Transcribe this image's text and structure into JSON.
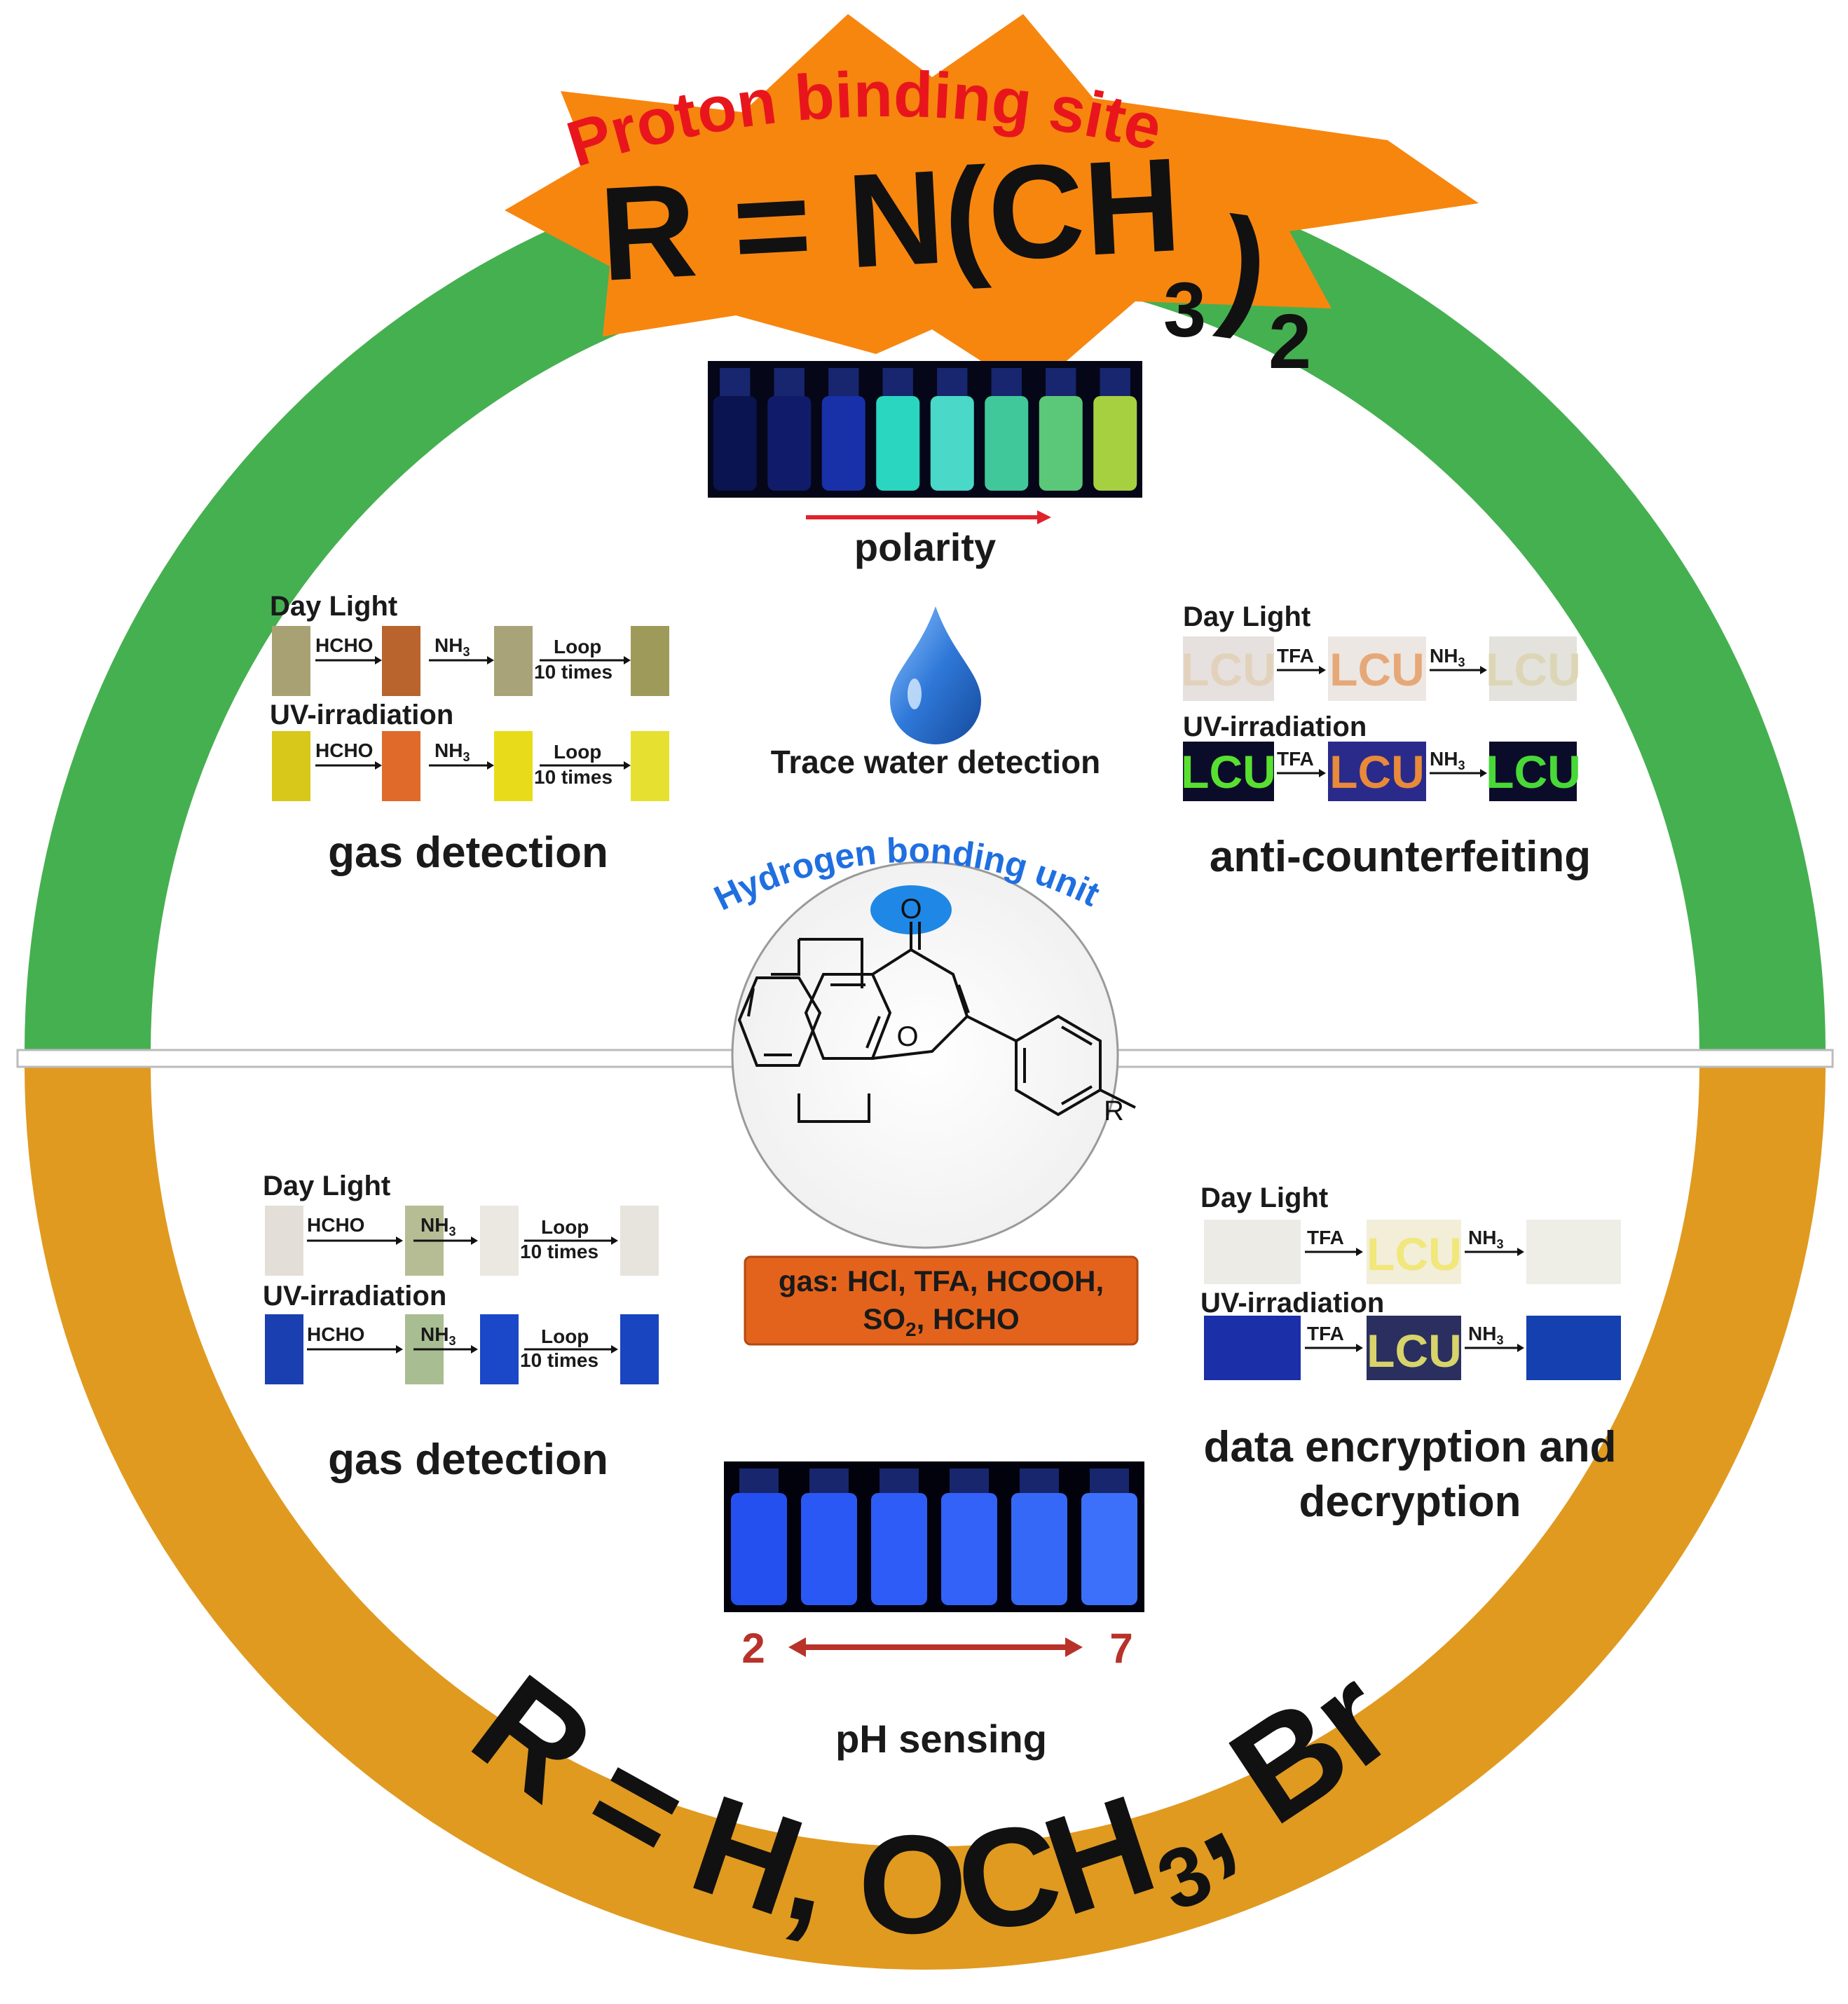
{
  "colors": {
    "top_ring": "#45b050",
    "bottom_ring": "#e09a20",
    "star": "#f7860f",
    "title_red": "#e8161c",
    "gas_box": "#e4631c",
    "hbond_blue": "#1f6fe0",
    "arrow_red": "#b8322a"
  },
  "top": {
    "title": "Proton binding site",
    "formula_main": "R = N(CH",
    "formula_sub3": "3",
    "formula_paren": ")",
    "formula_sub2": "2",
    "polarity_label": "polarity",
    "water_label": "Trace water detection",
    "gas": {
      "day_light": "Day Light",
      "uv": "UV-irradiation",
      "hcho": "HCHO",
      "nh3": "NH",
      "nh3_sub": "3",
      "loop": "Loop",
      "times": "10 times",
      "caption": "gas detection"
    },
    "anti": {
      "day_light": "Day Light",
      "uv": "UV-irradiation",
      "tfa": "TFA",
      "nh3": "NH",
      "nh3_sub": "3",
      "lcu": "LCU",
      "caption": "anti-counterfeiting"
    }
  },
  "center": {
    "hbond_label": "Hydrogen bonding unit",
    "atom_o_carbonyl": "O",
    "atom_o_ring": "O",
    "atom_r": "R"
  },
  "bottom": {
    "gas": {
      "day_light": "Day Light",
      "uv": "UV-irradiation",
      "hcho": "HCHO",
      "nh3": "NH",
      "nh3_sub": "3",
      "loop": "Loop",
      "times": "10 times",
      "caption": "gas detection"
    },
    "gas_box_line1": "gas: HCl, TFA, HCOOH,",
    "gas_box_line2a": "SO",
    "gas_box_line2sub": "2",
    "gas_box_line2b": ", HCHO",
    "data": {
      "day_light": "Day Light",
      "uv": "UV-irradiation",
      "tfa": "TFA",
      "nh3": "NH",
      "nh3_sub": "3",
      "lcu": "LCU",
      "caption_line1": "data encryption and",
      "caption_line2": "decryption"
    },
    "ph_low": "2",
    "ph_high": "7",
    "ph_label": "pH sensing",
    "formula": "R = H, OCH",
    "formula_sub": "3",
    "formula_tail": ", Br"
  }
}
